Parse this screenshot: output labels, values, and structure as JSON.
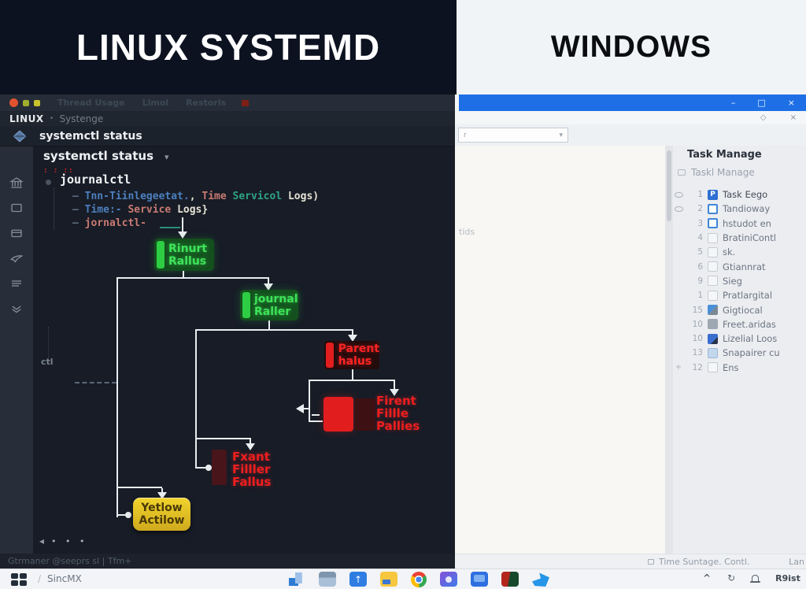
{
  "colors": {
    "blue_titlebar": "#1e6fe6",
    "green_node": "#2ece44",
    "red_node": "#e11d1d",
    "yellow_node": "#edc92a",
    "dark_bg": "#171c26"
  },
  "banner": {
    "left_title": "LINUX SYSTEMD",
    "right_title": "WINDOWS"
  },
  "linux": {
    "menu": [
      "Thread Usage",
      "Llmol",
      "Restoris"
    ],
    "breadcrumb": {
      "a": "LINUX",
      "sep": "•",
      "b": "Systenge"
    },
    "toolbar_title": "systemctl status",
    "heading": "systemctl status",
    "heading_caret": "▾",
    "code": {
      "dots": ": : ::",
      "l1": "journalctl",
      "l2": [
        {
          "t": "– ",
          "c": "dim"
        },
        {
          "t": "Tnn-Tiinlegeetat.",
          "c": "blue"
        },
        {
          "t": ", ",
          "c": "cream"
        },
        {
          "t": "Time",
          "c": "salmon"
        },
        {
          "t": " Servicol",
          "c": "teal"
        },
        {
          "t": " Logs)",
          "c": "cream"
        }
      ],
      "l3": [
        {
          "t": "– ",
          "c": "dim"
        },
        {
          "t": "Time:- ",
          "c": "blue"
        },
        {
          "t": "Service",
          "c": "salmon"
        },
        {
          "t": " Logs}",
          "c": "cream"
        }
      ],
      "l4": [
        {
          "t": "– ",
          "c": "dim"
        },
        {
          "t": "jornalctl-",
          "c": "salmon"
        }
      ]
    },
    "flow": {
      "n1": [
        "Rinurt",
        "Rallus"
      ],
      "n2": [
        "journal",
        "Raller"
      ],
      "n3": [
        "Parent",
        "halus"
      ],
      "red_label": [
        "Firent",
        "Fillle",
        "Pallies"
      ],
      "maroon_label": [
        "Fxant",
        "Filller",
        "Fallus"
      ],
      "yellow": [
        "Yetlow",
        "Actilow"
      ],
      "ctl": "ctl"
    },
    "status": "Gtrmaner  @seeprs sl  |  Tfm+",
    "bottom_nav": {
      "arrow": "◂",
      "dots": "• • •"
    }
  },
  "windows": {
    "controls": {
      "min": "–",
      "max": "□",
      "close": "×"
    },
    "toolbar": {
      "refresh": "◇",
      "close": "×"
    },
    "combobox": {
      "value": "r",
      "caret": "▾"
    },
    "watermark": "tids",
    "task_manager": {
      "title": "Task Manage",
      "subtitle": "Taskl Manage",
      "rows": [
        {
          "gutter": "eye",
          "num": "1",
          "icon": "flag-blue",
          "icon_text": "P",
          "label": "Task Eego",
          "emphasis": true
        },
        {
          "gutter": "oval",
          "num": "2",
          "icon": "checkbox-blue",
          "label": "Tandioway"
        },
        {
          "num": "3",
          "icon": "checkbox-blue",
          "label": "hstudot en"
        },
        {
          "num": "4",
          "icon": "checkbox",
          "label": "BratiniContl"
        },
        {
          "num": "5",
          "icon": "checkbox",
          "label": "sk."
        },
        {
          "num": "6",
          "icon": "checkbox",
          "label": "Gtiannrat"
        },
        {
          "num": "9",
          "icon": "checkbox",
          "label": "Sieg"
        },
        {
          "num": "1",
          "icon": "checkbox",
          "label": "Pratlargital"
        },
        {
          "num": "15",
          "icon": "app-color",
          "label": "Gigtiocal"
        },
        {
          "num": "10",
          "icon": "app-gray",
          "label": "Freet.aridas"
        },
        {
          "num": "10",
          "icon": "app-blue",
          "label": "Lizelial Loos"
        },
        {
          "num": "13",
          "icon": "app-lightblue",
          "label": "Snapairer cu"
        },
        {
          "gutter": "plus",
          "num": "12",
          "icon": "checkbox",
          "label": "Ens"
        }
      ]
    },
    "status": {
      "text": "Time Suntage. Contl.",
      "right": "Lan"
    }
  },
  "taskbar": {
    "app_label": "SincMX",
    "slash": "/",
    "icons": [
      "files-blue",
      "folder-blue",
      "uploader-blue",
      "folder-yellow",
      "chrome-browser",
      "media-purple",
      "tv-blue",
      "video-redgreen",
      "bird-blue"
    ],
    "tray": {
      "expand": "^",
      "sync": "↻",
      "text": "R9ist"
    }
  }
}
